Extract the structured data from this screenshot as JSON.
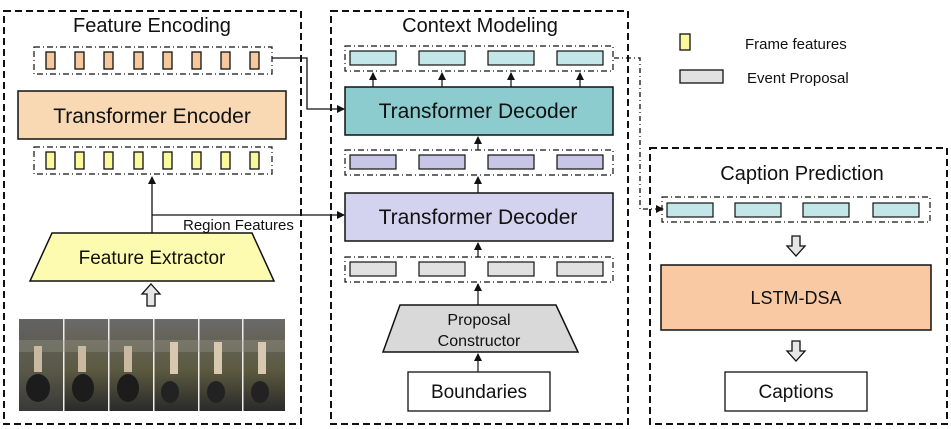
{
  "panels": {
    "feature_encoding": "Feature Encoding",
    "context_modeling": "Context Modeling",
    "caption_prediction": "Caption Prediction"
  },
  "legend": {
    "frame_features": "Frame features",
    "event_proposal": "Event Proposal"
  },
  "blocks": {
    "transformer_encoder": "Transformer Encoder",
    "transformer_decoder_top": "Transformer Decoder",
    "transformer_decoder_bottom": "Transformer Decoder",
    "feature_extractor": "Feature Extractor",
    "proposal_constructor_line1": "Proposal",
    "proposal_constructor_line2": "Constructor",
    "boundaries": "Boundaries",
    "lstm_dsa": "LSTM-DSA",
    "captions": "Captions"
  },
  "edge_labels": {
    "region_features": "Region Features"
  },
  "colors": {
    "encoder_orange": "#f9d9b4",
    "feature_orange": "#f6c89e",
    "frame_yellow": "#fafa9c",
    "extractor_yellow": "#fdfbb0",
    "decoder_teal": "#8ccbce",
    "query_teal": "#c3e6e8",
    "decoder_lavender": "#d3d3f0",
    "query_lavender": "#c9c5e6",
    "proposal_gray": "#e1e1e1",
    "constructor_gray": "#d9d9d9",
    "lstm_orange": "#f8c9a2"
  },
  "icons": [
    "up-arrow-icon",
    "down-arrow-icon",
    "video-frame-strip"
  ]
}
